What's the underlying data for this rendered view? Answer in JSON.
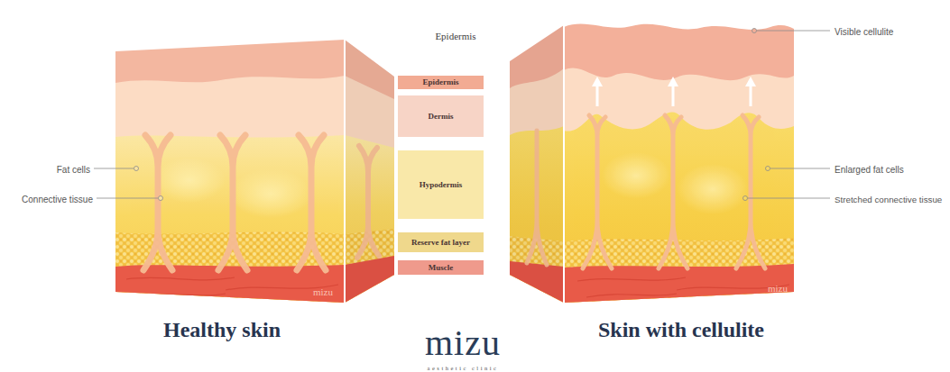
{
  "diagram": {
    "nodes": [
      {
        "text": [
          "Epidermis"
        ]
      },
      {
        "text": [
          "Dermis"
        ]
      },
      {
        "text": [
          "Hypodermis"
        ]
      },
      {
        "text": [
          "Reserve fat layer"
        ]
      },
      {
        "text": [
          "Muscle"
        ]
      }
    ],
    "labels": [
      "Epidermis",
      "Visible cellulite",
      "Fat cells",
      "Enlarged fat cells",
      "Connective tissue",
      "Stretched connective tissue",
      "mizu",
      "mizu",
      "Healthy skin",
      "mizu",
      "aesthetic clinic",
      "Skin with cellulite"
    ]
  }
}
